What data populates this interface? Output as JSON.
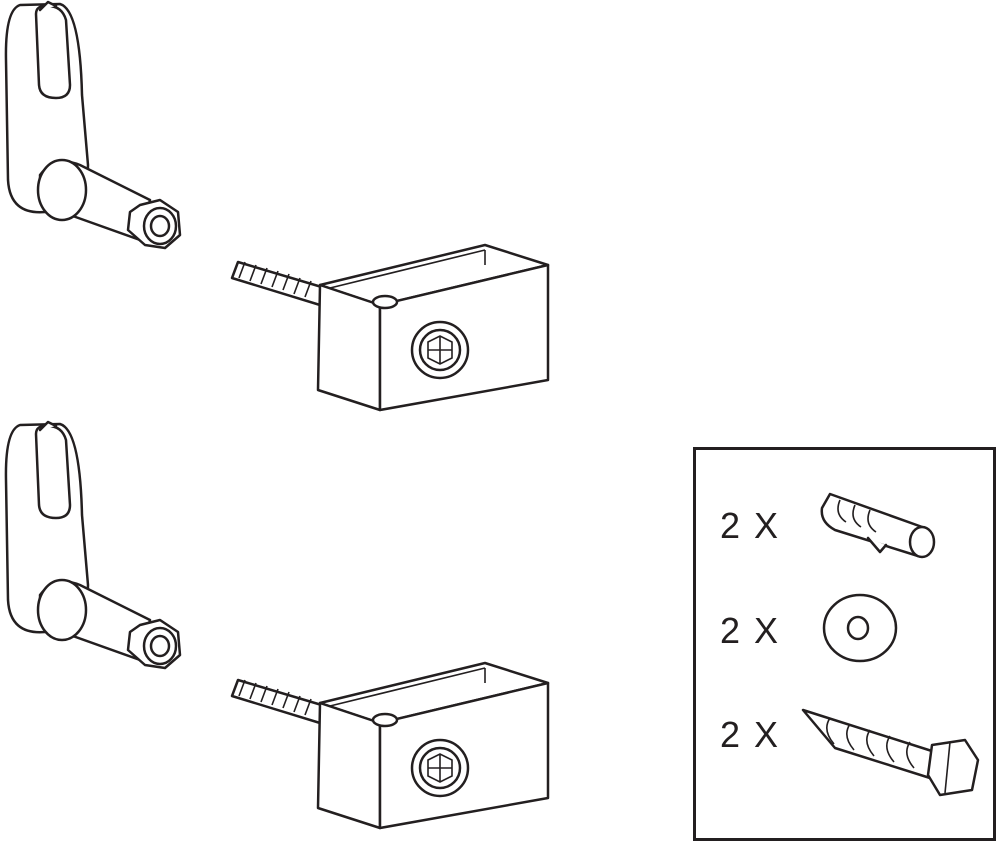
{
  "parts": {
    "plug_qty": "2 X",
    "washer_qty": "2 X",
    "screw_qty": "2 X"
  },
  "colors": {
    "line": "#231f20",
    "background": "#ffffff"
  }
}
